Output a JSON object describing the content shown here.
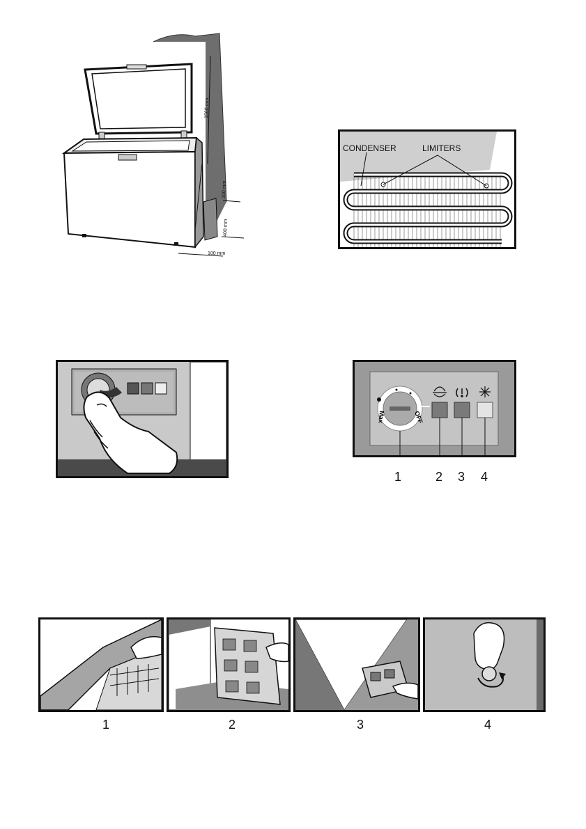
{
  "freezer_clearance": {
    "height_label": "1560 mm",
    "top_gap_label": "100 mm",
    "vent_label": "400 mm",
    "side_gap_label": "100 mm"
  },
  "condenser_panel": {
    "condenser_label": "CONDENSER",
    "limiters_label": "LIMITERS"
  },
  "control_panel": {
    "knob_off": "OFF",
    "knob_max": "Max",
    "callouts": [
      "1",
      "2",
      "3",
      "4"
    ]
  },
  "defrost_steps": {
    "numbers": [
      "1",
      "2",
      "3",
      "4"
    ]
  }
}
